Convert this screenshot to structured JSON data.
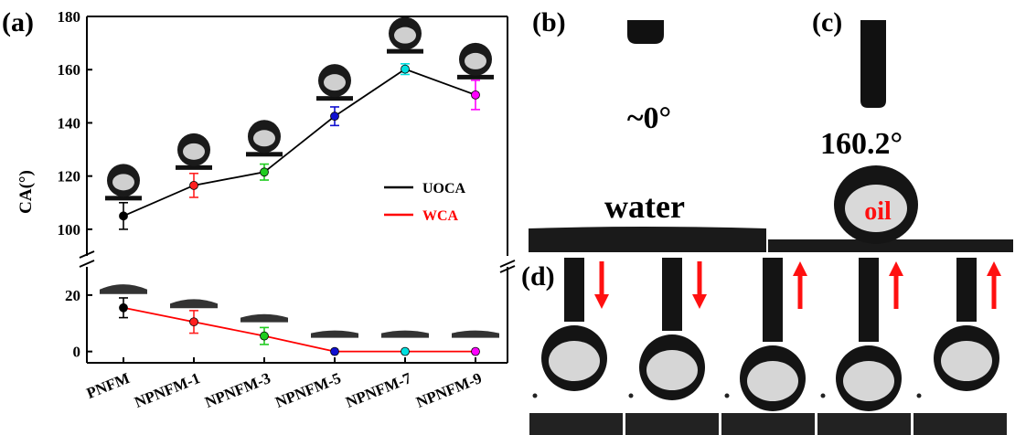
{
  "panels": {
    "a": "(a)",
    "b": "(b)",
    "c": "(c)",
    "d": "(d)"
  },
  "chart_data": {
    "type": "line",
    "ylabel": "CA(°)",
    "categories": [
      "PNFM",
      "NPNFM-1",
      "NPNFM-3",
      "NPNFM-5",
      "NPNFM-7",
      "NPNFM-9"
    ],
    "axis_break": true,
    "upper_ylim": [
      90,
      180
    ],
    "upper_yticks": [
      100,
      120,
      140,
      160,
      180
    ],
    "lower_ylim": [
      -4,
      30
    ],
    "lower_yticks": [
      0,
      20
    ],
    "point_colors": [
      "#000000",
      "#ff2020",
      "#20cc20",
      "#1010d0",
      "#00e0e0",
      "#ff00ff"
    ],
    "series": [
      {
        "name": "UOCA",
        "color": "#000000",
        "values": [
          105,
          116.5,
          121.5,
          142.5,
          160.2,
          150.5
        ],
        "errors": [
          5,
          4.5,
          3,
          3.5,
          2,
          5.5
        ]
      },
      {
        "name": "WCA",
        "color": "#ff0000",
        "values": [
          15.5,
          10.5,
          5.5,
          0,
          0,
          0
        ],
        "errors": [
          3.5,
          4,
          3,
          0,
          0,
          0
        ]
      }
    ],
    "legend": [
      {
        "label": "UOCA",
        "color": "#000000"
      },
      {
        "label": "WCA",
        "color": "#ff0000"
      }
    ]
  },
  "photos": {
    "b_angle": "~0°",
    "b_label": "water",
    "c_angle": "160.2°",
    "c_label": "oil",
    "colors": {
      "arrow": "#ff1010",
      "oil": "#ff1010"
    }
  }
}
